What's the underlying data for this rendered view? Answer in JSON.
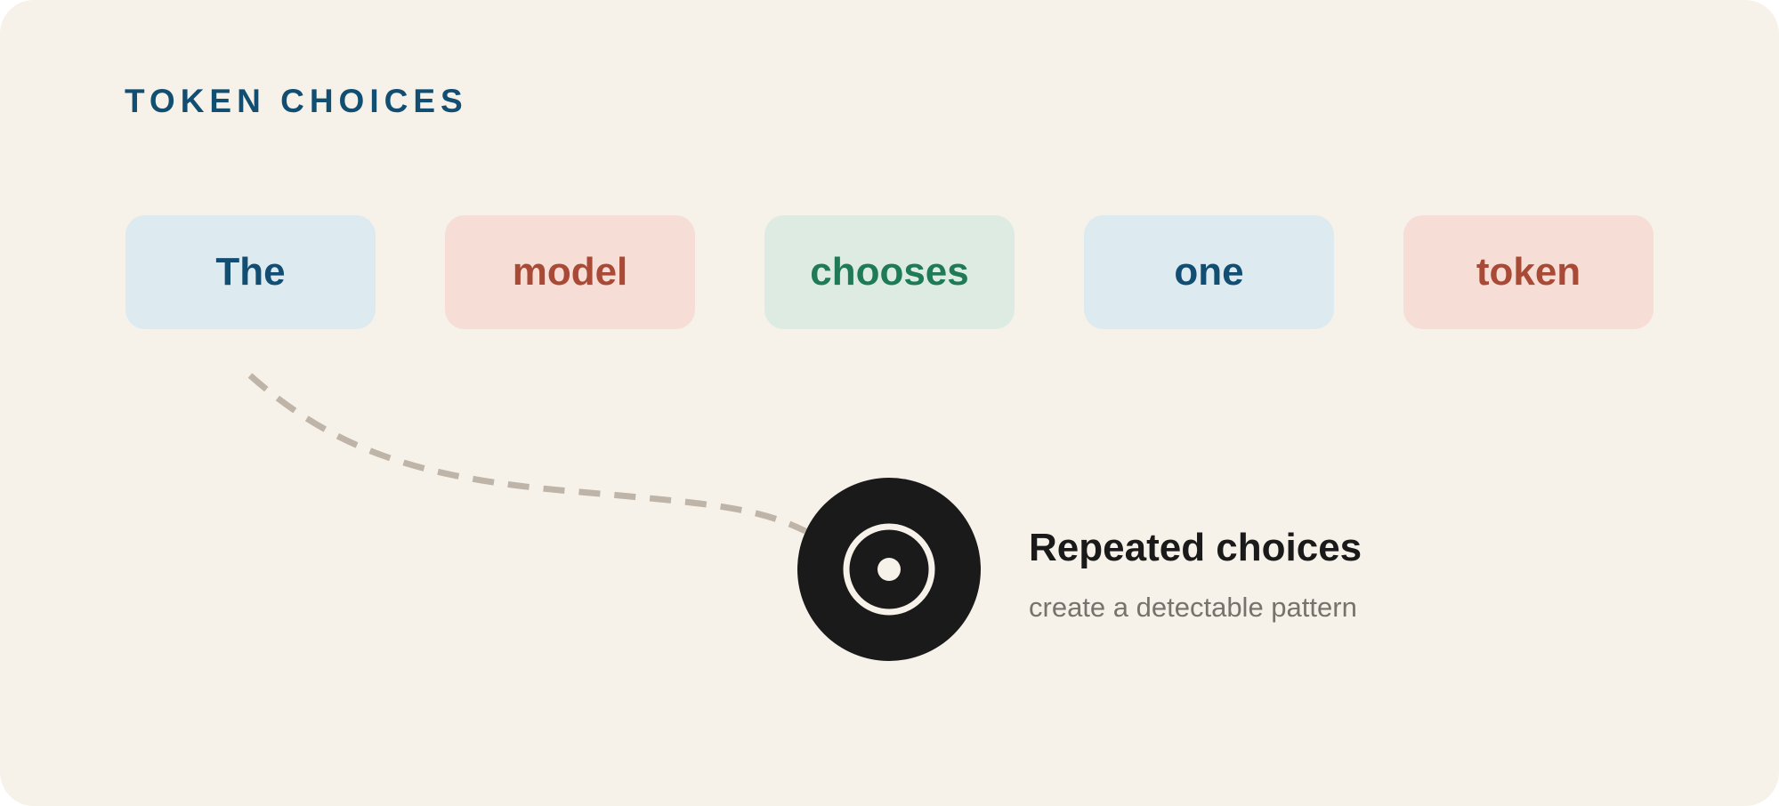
{
  "heading": "TOKEN CHOICES",
  "tokens": [
    {
      "label": "The",
      "bg": "#ddeaf0",
      "fg": "#124d72"
    },
    {
      "label": "model",
      "bg": "#f6ddd6",
      "fg": "#a84a36"
    },
    {
      "label": "chooses",
      "bg": "#ddebe3",
      "fg": "#1f7a58"
    },
    {
      "label": "one",
      "bg": "#ddeaf0",
      "fg": "#124d72"
    },
    {
      "label": "token",
      "bg": "#f6ddd6",
      "fg": "#a84a36"
    }
  ],
  "callout": {
    "title": "Repeated choices",
    "subtitle": "create a detectable pattern",
    "icon": "target-icon"
  },
  "colors": {
    "background": "#f6f2ea",
    "heading": "#124d72",
    "connector": "#bfb4a8",
    "icon": "#1a1a1a"
  }
}
